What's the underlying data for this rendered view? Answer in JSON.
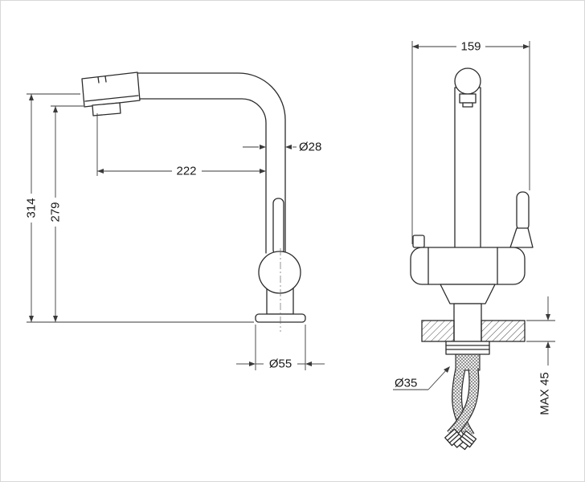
{
  "drawing": {
    "title": "faucet-technical-drawing",
    "views": {
      "side": {
        "height_total": "314",
        "height_to_spout": "279",
        "spout_reach": "222",
        "spout_tube_diameter": "Ø28",
        "base_diameter": "Ø55"
      },
      "front": {
        "overall_width": "159",
        "mounting_hole_diameter": "Ø35",
        "max_counter_thickness": "MAX 45"
      }
    },
    "colors": {
      "line": "#2b2b2b",
      "dimension": "#3a3a3a",
      "background": "#ffffff"
    }
  }
}
